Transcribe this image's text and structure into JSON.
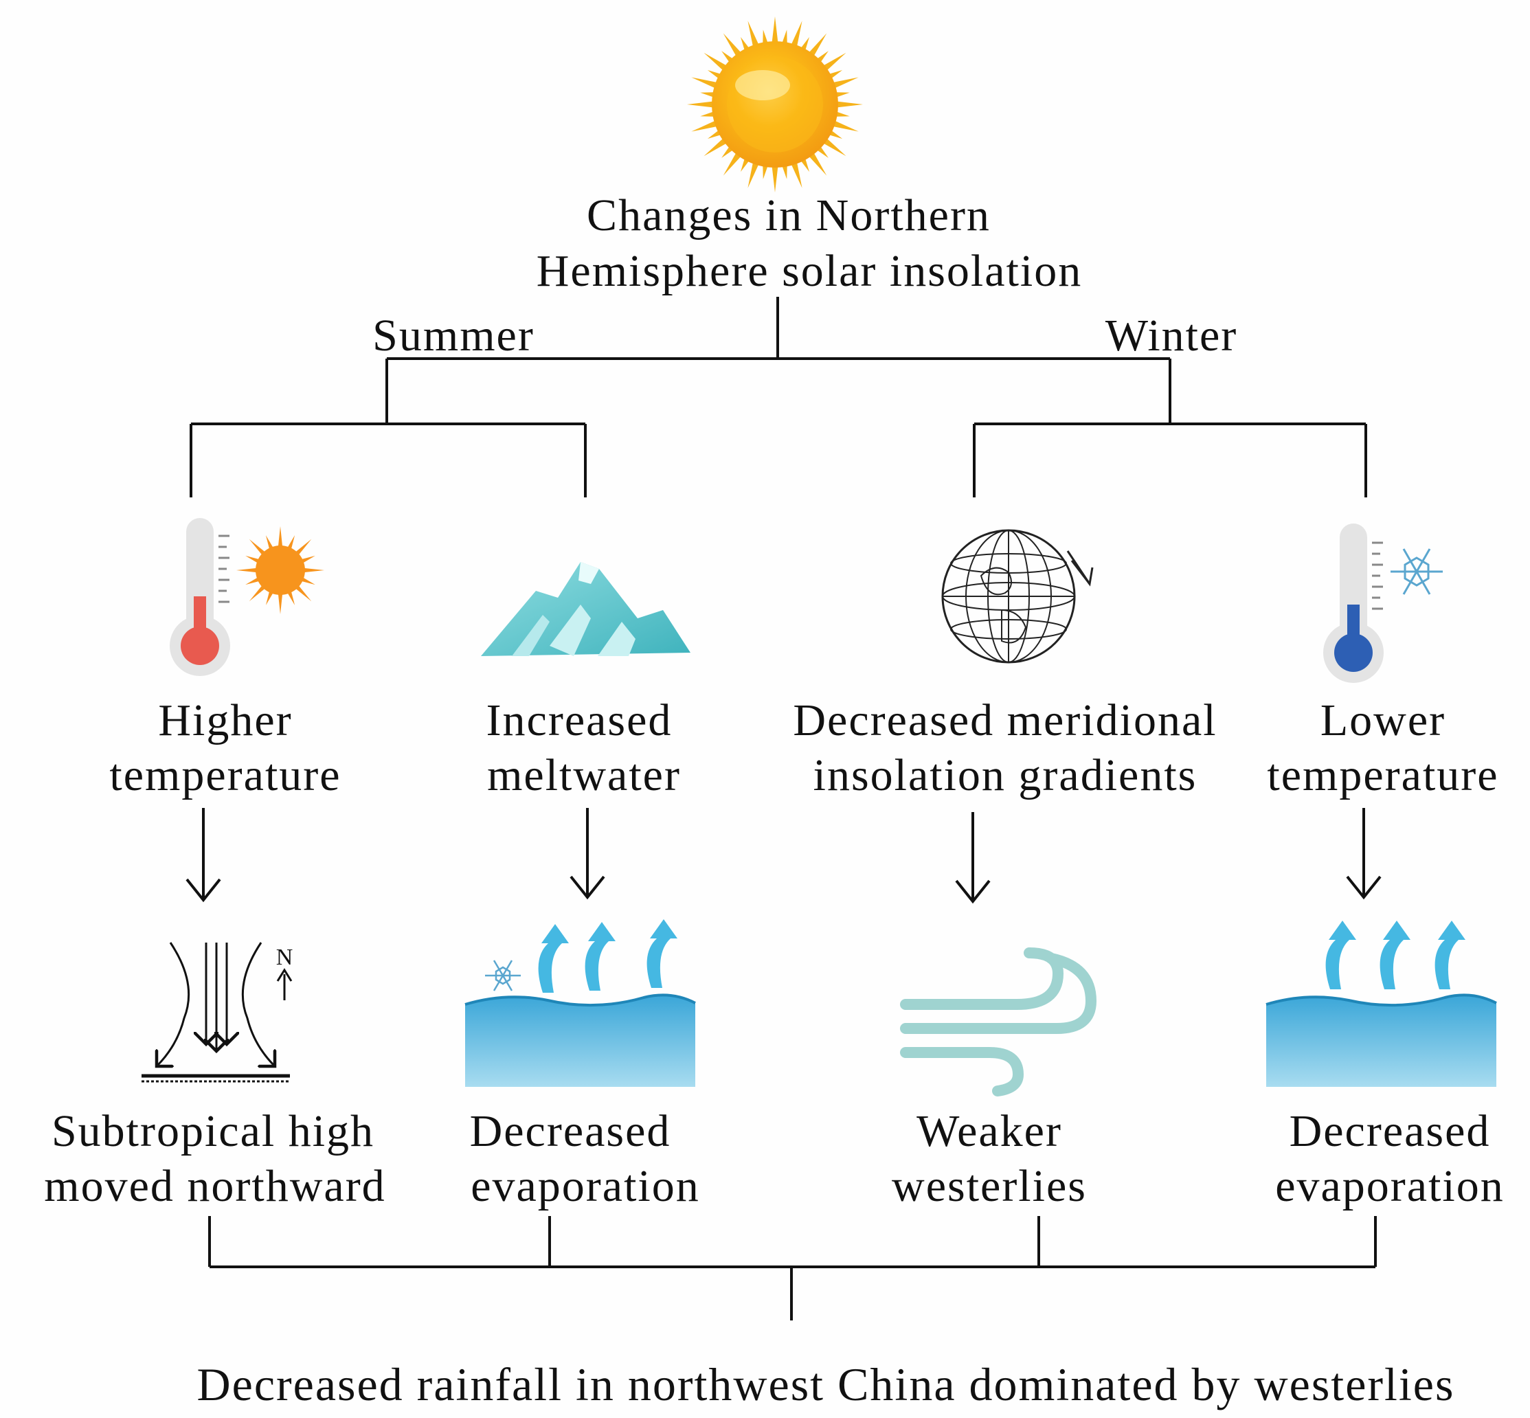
{
  "title": {
    "line1": "Changes in Northern",
    "line2": "Hemisphere solar insolation"
  },
  "branches": {
    "summer": "Summer",
    "winter": "Winter"
  },
  "drivers": [
    {
      "line1": "Higher",
      "line2": "temperature",
      "icon": "thermometer-hot-sun-icon"
    },
    {
      "line1": "Increased",
      "line2": "meltwater",
      "icon": "ice-mountain-icon"
    },
    {
      "line1": "Decreased meridional",
      "line2": "insolation gradients",
      "icon": "globe-icon"
    },
    {
      "line1": "Lower",
      "line2": "temperature",
      "icon": "thermometer-cold-snow-icon"
    }
  ],
  "effects": [
    {
      "line1": "Subtropical high",
      "line2": "moved northward",
      "icon": "subsidence-flow-icon"
    },
    {
      "line1": "Decreased",
      "line2": "evaporation",
      "icon": "water-evaporation-snow-icon"
    },
    {
      "line1": "Weaker",
      "line2": "westerlies",
      "icon": "wind-icon"
    },
    {
      "line1": "Decreased",
      "line2": "evaporation",
      "icon": "water-evaporation-icon"
    }
  ],
  "north_label": "N",
  "result": "Decreased rainfall in northwest China dominated by westerlies",
  "colors": {
    "line": "#111111",
    "sun": "#f6b21a",
    "sun_core": "#f7941d",
    "hot_red": "#e85a4f",
    "cold_blue": "#2d5fb4",
    "ice": "#5fc6cf",
    "water": "#4fb3dc",
    "evap_arrow": "#45b8e2",
    "wind": "#9fd3d0"
  }
}
